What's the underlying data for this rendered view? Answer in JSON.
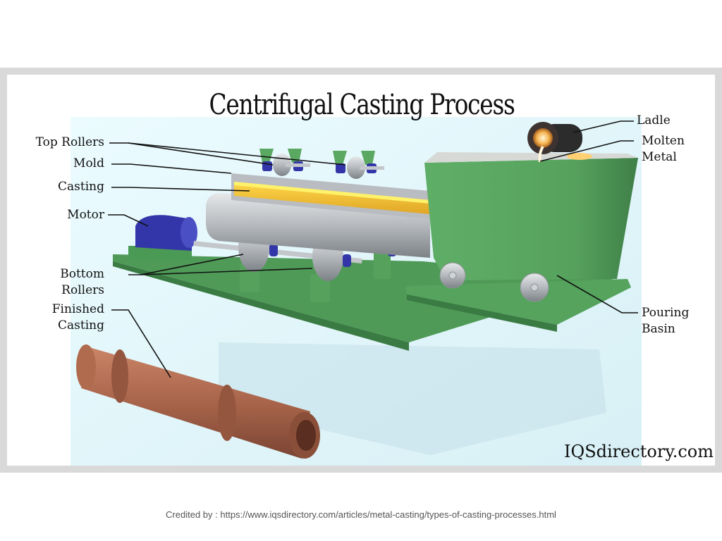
{
  "diagram": {
    "title": "Centrifugal Casting Process",
    "labels": {
      "top_rollers": "Top Rollers",
      "mold": "Mold",
      "casting": "Casting",
      "motor": "Motor",
      "bottom_rollers_1": "Bottom",
      "bottom_rollers_2": "Rollers",
      "finished_casting_1": "Finished",
      "finished_casting_2": "Casting",
      "ladle": "Ladle",
      "molten_metal_1": "Molten",
      "molten_metal_2": "Metal",
      "pouring_basin_1": "Pouring",
      "pouring_basin_2": "Basin"
    },
    "brand": "IQSdirectory.com",
    "colors": {
      "frame": "#d9d9d9",
      "base_green": "#4f9a57",
      "motor_blue": "#3236a8",
      "mold_gray": "#b9bdc2",
      "casting_yellow": "#f2c233",
      "copper": "#a8644a",
      "ladle_dark": "#2c2c2c"
    }
  },
  "credit": "Credited by : https://www.iqsdirectory.com/articles/metal-casting/types-of-casting-processes.html"
}
